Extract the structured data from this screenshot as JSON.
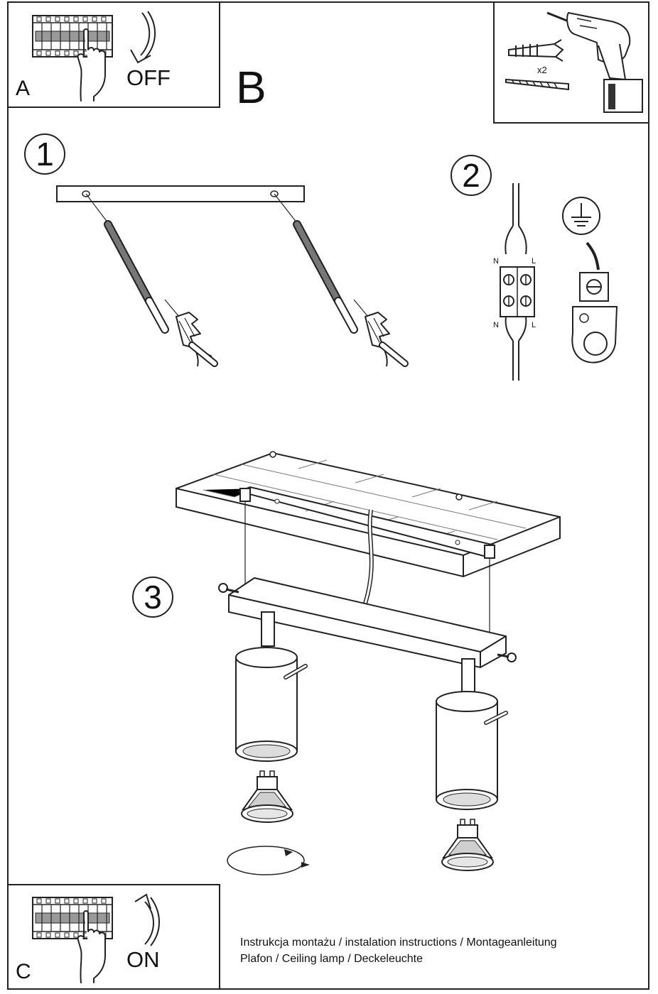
{
  "panels": {
    "a": {
      "letter": "A",
      "action": "OFF"
    },
    "b": {
      "letter": "B",
      "quantity": "x2"
    },
    "c": {
      "letter": "C",
      "action": "ON"
    }
  },
  "steps": [
    "1",
    "2",
    "3"
  ],
  "wiring": {
    "neutral": "N",
    "live": "L"
  },
  "caption": {
    "line1": "Instrukcja montażu / instalation instructions / Montageanleitung",
    "line2": "Plafon / Ceiling lamp / Deckeleuchte"
  },
  "icons": [
    "breaker-panel-icon",
    "hand-icon",
    "arrow-down-icon",
    "arrow-up-icon",
    "drill-icon",
    "wall-plug-icon",
    "screw-icon",
    "earth-ground-icon",
    "terminal-block-icon",
    "gu10-bulb-icon"
  ]
}
